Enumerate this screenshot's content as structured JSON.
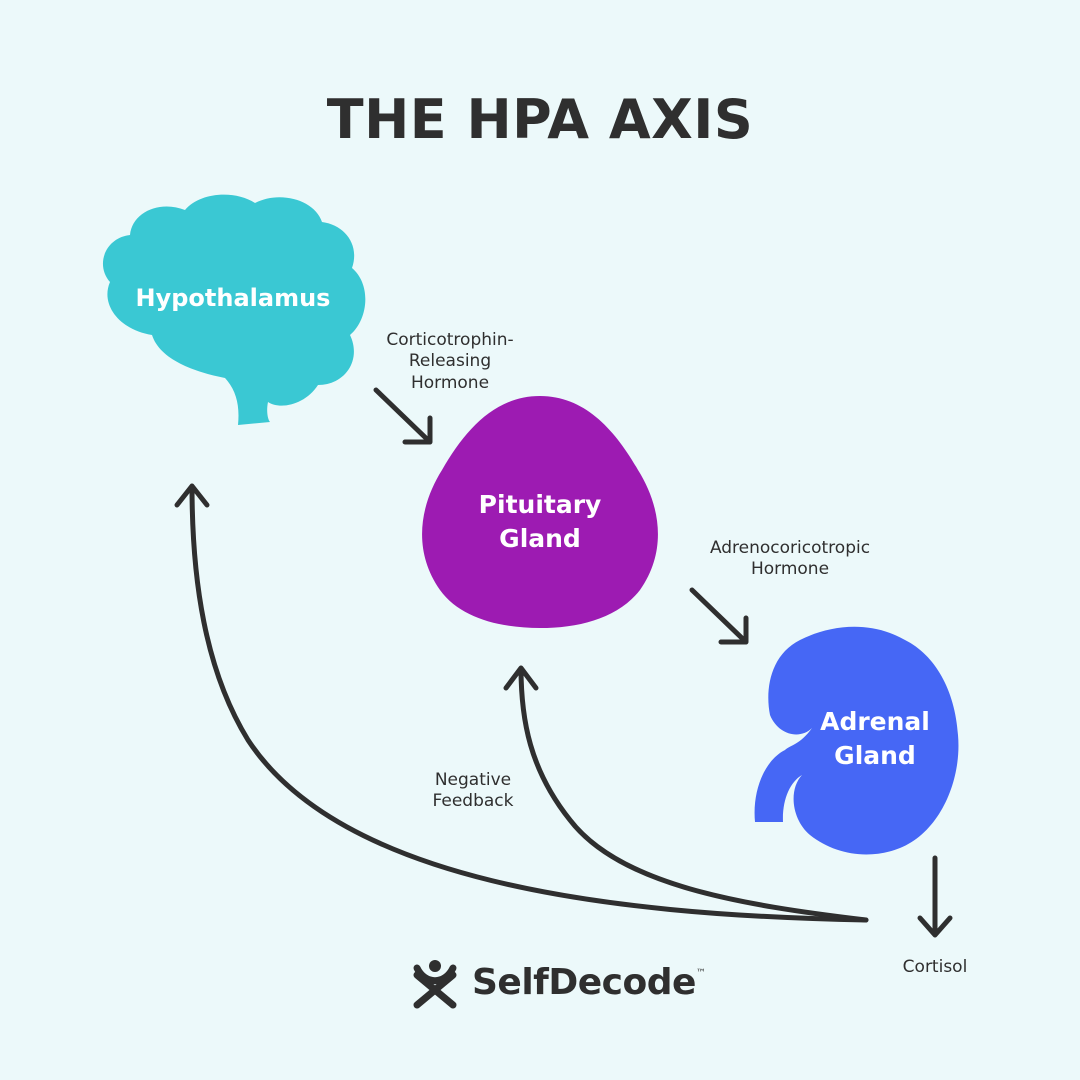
{
  "title": "THE HPA AXIS",
  "organs": {
    "hypothalamus": "Hypothalamus",
    "pituitary_line1": "Pituitary",
    "pituitary_line2": "Gland",
    "adrenal_line1": "Adrenal",
    "adrenal_line2": "Gland"
  },
  "hormones": {
    "crh_line1": "Corticotrophin-",
    "crh_line2": "Releasing",
    "crh_line3": "Hormone",
    "acth_line1": "Adrenocoricotropic",
    "acth_line2": "Hormone",
    "cortisol": "Cortisol",
    "feedback_line1": "Negative",
    "feedback_line2": "Feedback"
  },
  "brand": {
    "name": "SelfDecode",
    "tm": "™"
  },
  "colors": {
    "background": "#ecf9fa",
    "hypothalamus": "#3ac8d3",
    "pituitary": "#9d1bb2",
    "adrenal": "#4667f5",
    "arrow": "#2f2f2f"
  }
}
